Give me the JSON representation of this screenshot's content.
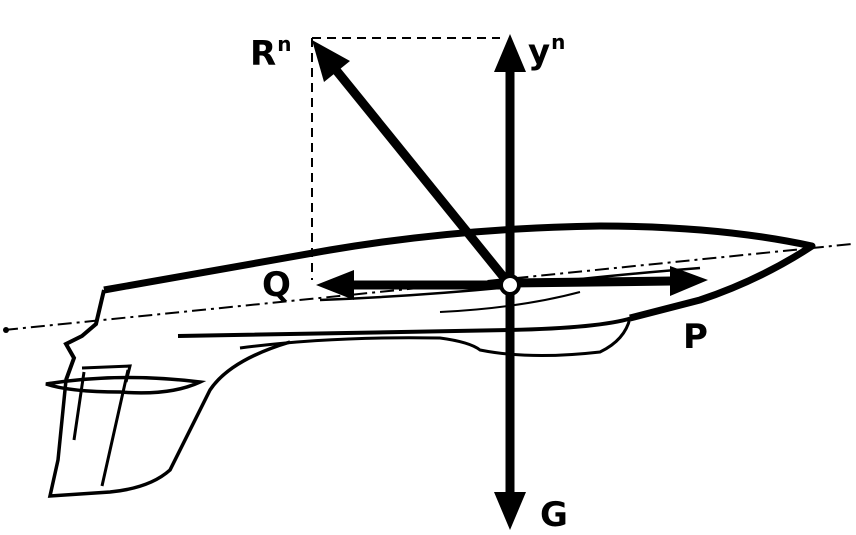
{
  "labels": {
    "resultant": {
      "main": "R",
      "sup": "n"
    },
    "lift": {
      "main": "y",
      "sup": "n"
    },
    "drag": "Q",
    "thrust": "P",
    "weight": "G"
  }
}
